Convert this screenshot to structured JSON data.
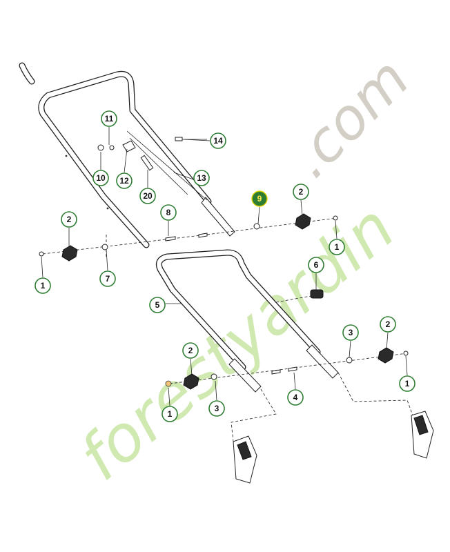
{
  "watermark": {
    "brand_text": "forestyardin",
    "suffix_text": ".com",
    "colors": {
      "brand": "#c8e6a4",
      "accent": "#f3c27a",
      "suffix": "#cfcac0"
    }
  },
  "colors": {
    "callout_ring": "#2e7d32",
    "callout_fill": "#ffffff",
    "highlight_fill": "#2e7d32",
    "highlight_text": "#ffe94d",
    "line": "#1f1f1f"
  },
  "callouts": [
    {
      "id": "c-11",
      "label": "11"
    },
    {
      "id": "c-14",
      "label": "14"
    },
    {
      "id": "c-10",
      "label": "10"
    },
    {
      "id": "c-12",
      "label": "12"
    },
    {
      "id": "c-13",
      "label": "13"
    },
    {
      "id": "c-20",
      "label": "20"
    },
    {
      "id": "c-9",
      "label": "9",
      "highlighted": true
    },
    {
      "id": "c-2a",
      "label": "2"
    },
    {
      "id": "c-2b",
      "label": "2"
    },
    {
      "id": "c-8",
      "label": "8"
    },
    {
      "id": "c-1a",
      "label": "1"
    },
    {
      "id": "c-7",
      "label": "7"
    },
    {
      "id": "c-1b",
      "label": "1"
    },
    {
      "id": "c-6",
      "label": "6"
    },
    {
      "id": "c-5",
      "label": "5"
    },
    {
      "id": "c-3a",
      "label": "3"
    },
    {
      "id": "c-2c",
      "label": "2"
    },
    {
      "id": "c-2d",
      "label": "2"
    },
    {
      "id": "c-1c",
      "label": "1"
    },
    {
      "id": "c-1d",
      "label": "1"
    },
    {
      "id": "c-3b",
      "label": "3"
    },
    {
      "id": "c-4",
      "label": "4"
    }
  ]
}
